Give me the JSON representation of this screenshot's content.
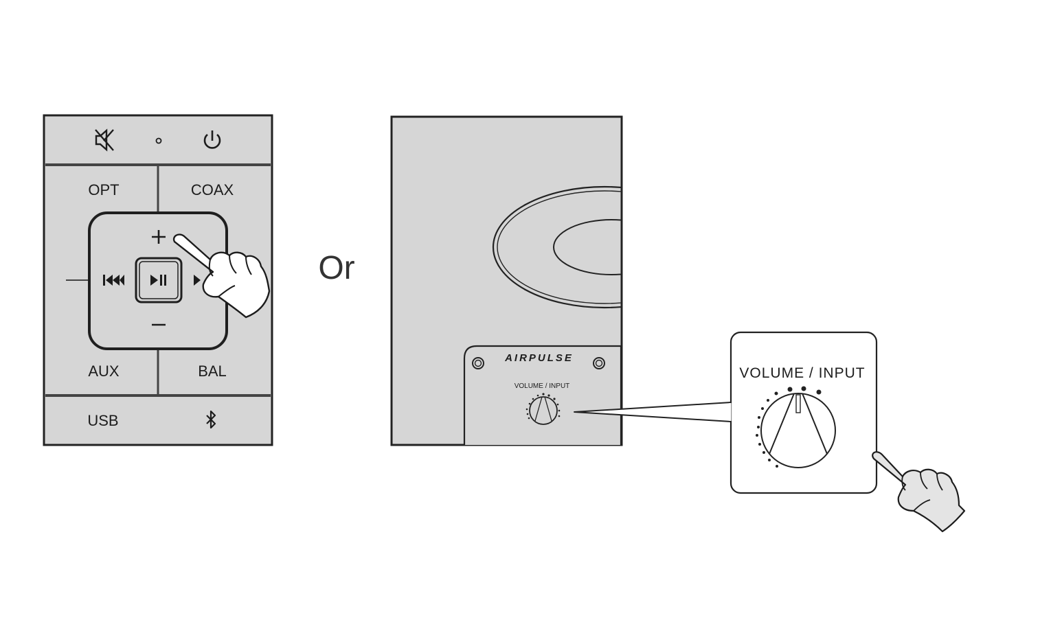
{
  "remote": {
    "buttons": {
      "opt": "OPT",
      "coax": "COAX",
      "aux": "AUX",
      "bal": "BAL",
      "usb": "USB"
    },
    "icons": [
      "mute-icon",
      "indicator-dot-icon",
      "power-icon",
      "previous-track-icon",
      "play-pause-icon",
      "next-track-icon",
      "volume-up-icon",
      "volume-down-icon",
      "bluetooth-icon",
      "pointing-hand-icon"
    ]
  },
  "separator": {
    "text": "Or"
  },
  "speaker": {
    "brand": "AIRPULSE",
    "panel_label": "VOLUME / INPUT",
    "callout_label": "VOLUME / INPUT"
  },
  "colors": {
    "panel_fill": "#d6d6d6",
    "outline": "#222222",
    "text": "#1c1c1c",
    "separator_text": "#333333"
  }
}
